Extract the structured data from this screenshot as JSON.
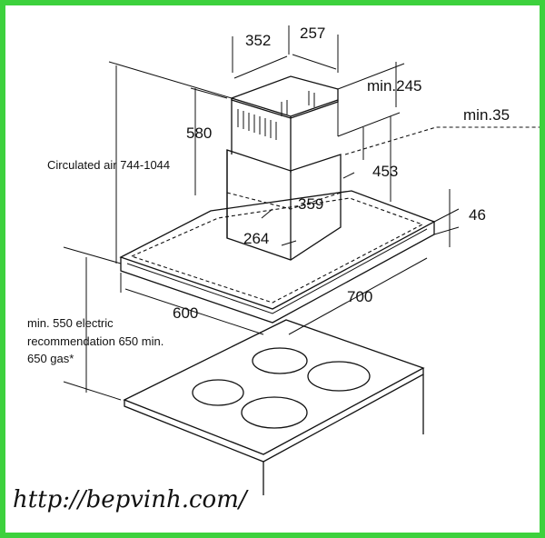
{
  "frame_color": "#3dd13d",
  "labels": {
    "chimney_width": "352",
    "chimney_depth": "257",
    "min_top": "min.245",
    "min_side": "min.35",
    "chimney_height": "580",
    "circulated_air": "Circulated air 744-1044",
    "hood_range": "453",
    "inner_depth": "359",
    "inner_width": "264",
    "canopy_thickness": "46",
    "hood_width": "600",
    "hood_depth": "700",
    "clearance_line1": "min. 550 electric",
    "clearance_line2": "recommendation 650 min.",
    "clearance_line3": "650 gas*"
  },
  "watermark": "http://bepvinh.com/"
}
